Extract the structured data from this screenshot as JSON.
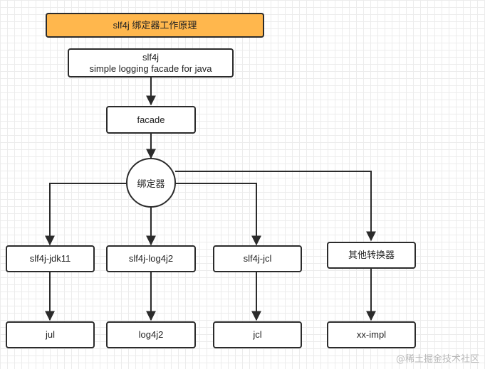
{
  "title": "slf4j 绑定器工作原理",
  "nodes": {
    "slf4j": {
      "line1": "slf4j",
      "line2": "simple logging facade for java"
    },
    "facade": "facade",
    "binder": "绑定器",
    "jdk11": "slf4j-jdk11",
    "log4j2_binding": "slf4j-log4j2",
    "jcl_binding": "slf4j-jcl",
    "other": "其他转换器",
    "jul": "jul",
    "log4j2": "log4j2",
    "jcl": "jcl",
    "xximpl": "xx-impl"
  },
  "watermark": "@稀土掘金技术社区",
  "colors": {
    "title_fill": "#ffb74d",
    "stroke": "#2b2b2b",
    "grid": "#ececec"
  }
}
